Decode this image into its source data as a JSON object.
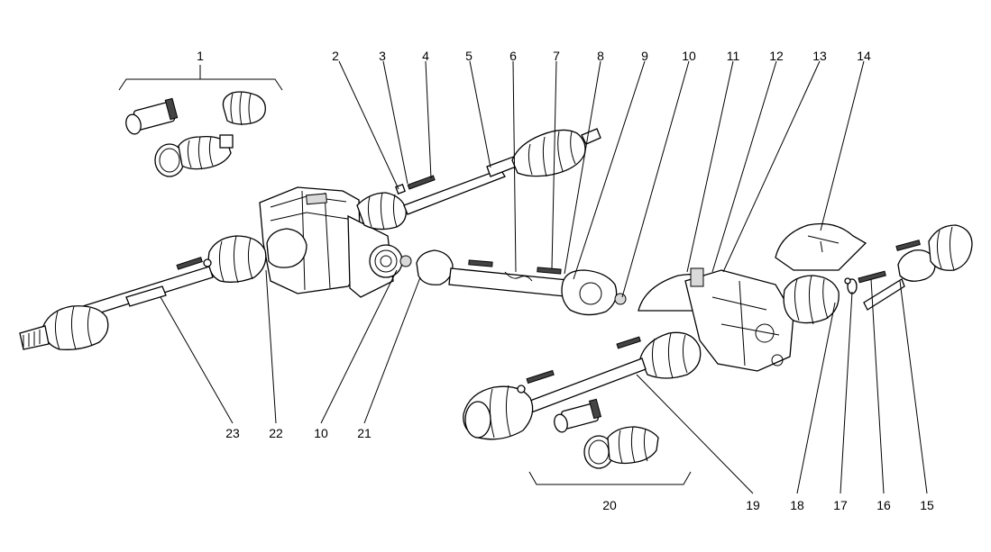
{
  "callouts": {
    "c1": "1",
    "c2": "2",
    "c3": "3",
    "c4": "4",
    "c5": "5",
    "c6": "6",
    "c7": "7",
    "c8": "8",
    "c9": "9",
    "c10a": "10",
    "c11": "11",
    "c12": "12",
    "c13": "13",
    "c14": "14",
    "c23": "23",
    "c22": "22",
    "c10b": "10",
    "c21": "21",
    "c20": "20",
    "c19": "19",
    "c18": "18",
    "c17": "17",
    "c16": "16",
    "c15": "15"
  }
}
